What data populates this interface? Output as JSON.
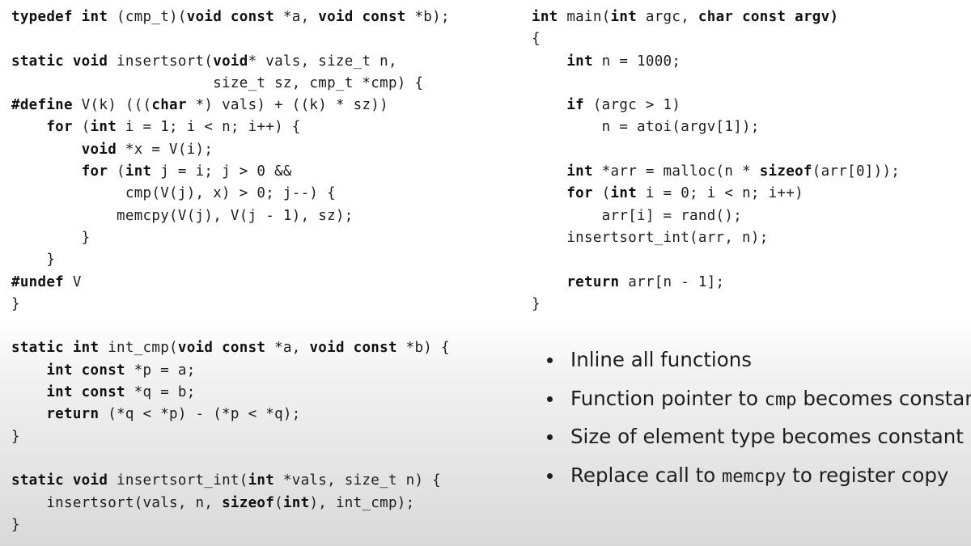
{
  "code_left": [
    "**typedef int** (cmp_t)(**void const** *a, **void const** *b);",
    "",
    "**static void** insertsort(**void*** vals, size_t n,",
    "                       size_t sz, cmp_t *cmp) {",
    "**#define** V(k) (((**char** *) vals) + ((k) * sz))",
    "    **for** (**int** i = 1; i < n; i++) {",
    "        **void** *x = V(i);",
    "        **for** (**int** j = i; j > 0 &&",
    "             cmp(V(j), x) > 0; j--) {",
    "            memcpy(V(j), V(j - 1), sz);",
    "        }",
    "    }",
    "**#undef** V",
    "}",
    "",
    "**static int** int_cmp(**void const** *a, **void const** *b) {",
    "    **int const** *p = a;",
    "    **int const** *q = b;",
    "    **return** (*q < *p) - (*p < *q);",
    "}",
    "",
    "**static void** insertsort_int(**int** *vals, size_t n) {",
    "    insertsort(vals, n, **sizeof**(**int**), int_cmp);",
    "}"
  ],
  "code_right": [
    "**int** main(**int** argc, **char const** **argv)",
    "{",
    "    **int** n = 1000;",
    "",
    "    **if** (argc > 1)",
    "        n = atoi(argv[1]);",
    "",
    "    **int** *arr = malloc(n * **sizeof**(arr[0]));",
    "    **for** (**int** i = 0; i < n; i++)",
    "        arr[i] = rand();",
    "    insertsort_int(arr, n);",
    "",
    "    **return** arr[n - 1];",
    "}"
  ],
  "bullets": [
    {
      "parts": [
        {
          "t": "Inline all functions",
          "mono": false
        }
      ]
    },
    {
      "parts": [
        {
          "t": "Function pointer to ",
          "mono": false
        },
        {
          "t": "cmp",
          "mono": true
        },
        {
          "t": " becomes constant",
          "mono": false
        }
      ]
    },
    {
      "parts": [
        {
          "t": "Size of element type becomes constant",
          "mono": false
        }
      ]
    },
    {
      "parts": [
        {
          "t": "Replace call to ",
          "mono": false
        },
        {
          "t": "memcpy",
          "mono": true
        },
        {
          "t": " to register copy",
          "mono": false
        }
      ]
    }
  ]
}
